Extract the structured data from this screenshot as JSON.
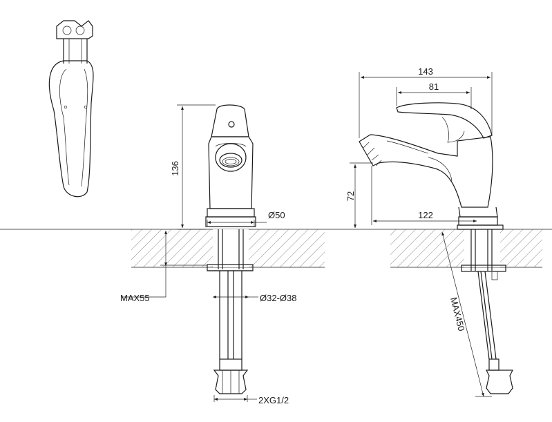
{
  "dimensions": {
    "height_136": "136",
    "dia_50": "Ø50",
    "max_55": "MAX55",
    "dia_hole": "Ø32-Ø38",
    "connection": "2XG1/2",
    "width_143": "143",
    "width_81": "81",
    "height_72": "72",
    "reach_122": "122",
    "hose_max": "MAX450"
  },
  "colors": {
    "line": "#1a1a1a",
    "background": "#ffffff"
  }
}
